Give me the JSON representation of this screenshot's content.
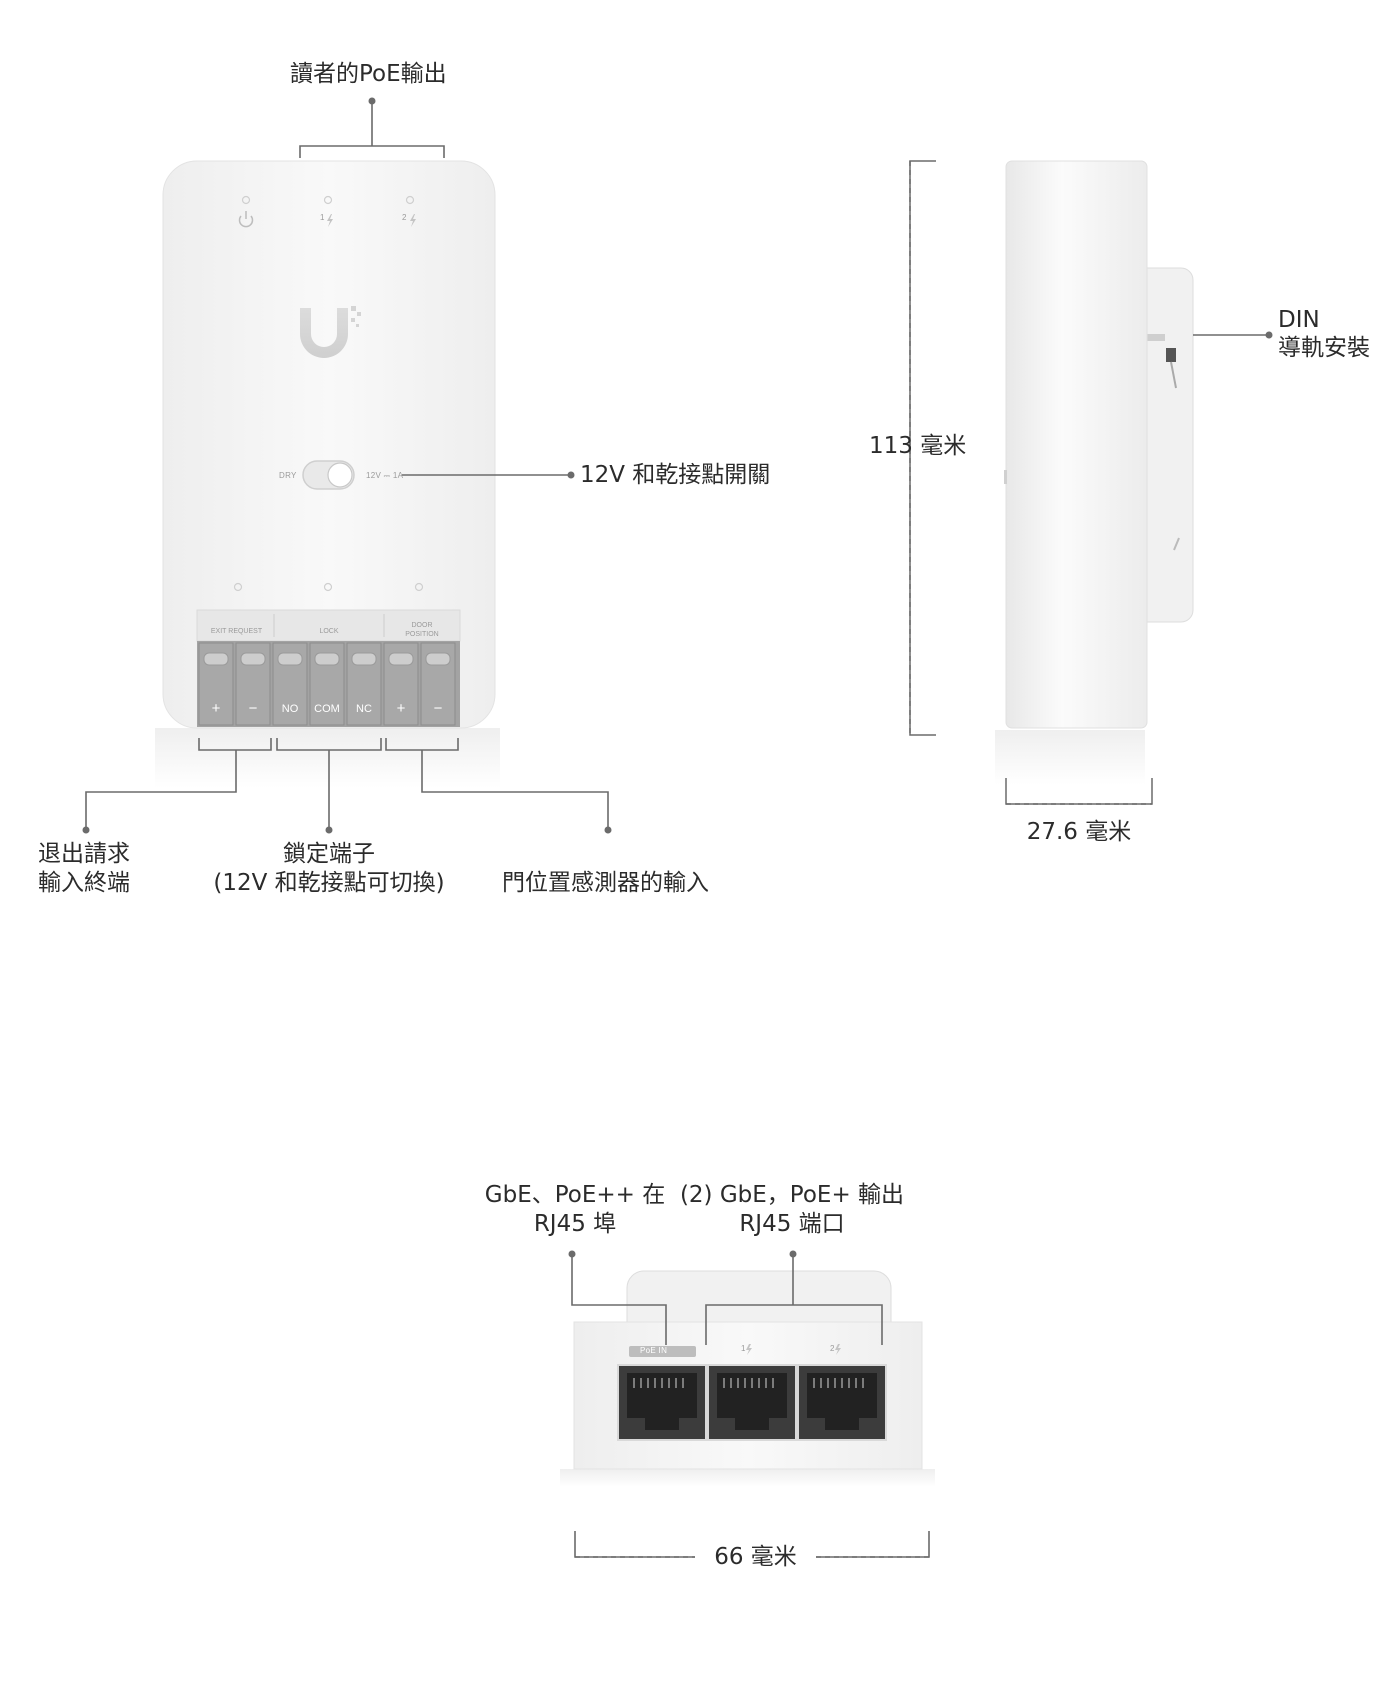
{
  "front_view": {
    "callouts": {
      "poe_out_for_reader": "讀者的PoE輸出",
      "switch": "12V 和乾接點開關",
      "exit_request_line1": "退出請求",
      "exit_request_line2": "輸入終端",
      "lock_line1": "鎖定端子",
      "lock_line2": "(12V 和乾接點可切換)",
      "door_position": "門位置感測器的輸入"
    },
    "device": {
      "led_labels": [
        "1",
        "2"
      ],
      "switch_left": "DRY",
      "switch_right": "12V ⎓ 1A",
      "terminal_headers": {
        "exit_request": "EXIT REQUEST",
        "lock": "LOCK",
        "door_position_line1": "DOOR",
        "door_position_line2": "POSITION"
      },
      "terminals": [
        "+",
        "−",
        "NO",
        "COM",
        "NC",
        "+",
        "−"
      ]
    }
  },
  "side_view": {
    "height": "113 毫米",
    "depth": "27.6 毫米",
    "din_line1": "DIN",
    "din_line2": "導軌安裝"
  },
  "bottom_view": {
    "poe_in_line1": "GbE、PoE++ 在",
    "poe_in_line2": "RJ45 埠",
    "poe_out_line1": "(2) GbE，PoE+ 輸出",
    "poe_out_line2": "RJ45 端口",
    "width": "66 毫米",
    "port_labels": {
      "poe_in": "PoE IN",
      "port1": "1",
      "port2": "2"
    }
  },
  "colors": {
    "device_body": "#f6f6f6",
    "terminal_gray": "#9d9d9d",
    "line": "#6b6b6b",
    "text": "#2b2b2b"
  }
}
